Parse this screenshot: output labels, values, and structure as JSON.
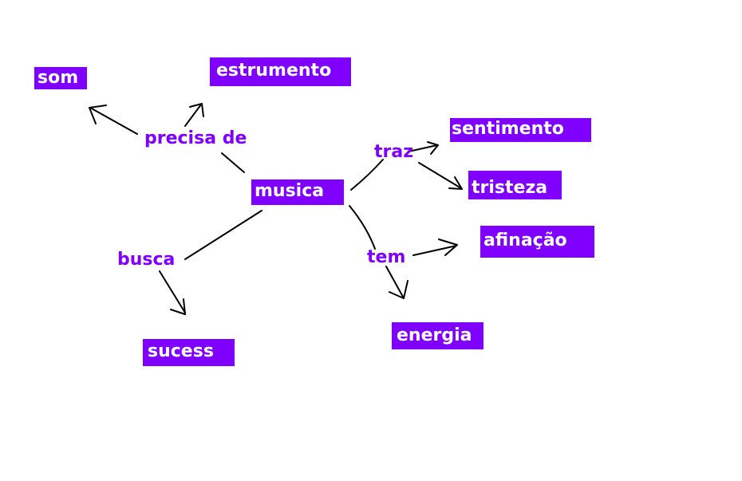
{
  "colors": {
    "node_fill": "#7f00ff",
    "node_text": "#ffffff",
    "edge_label": "#7f00ff",
    "line": "#000000"
  },
  "nodes": {
    "center": "musica",
    "som": "som",
    "estrumento": "estrumento",
    "sentimento": "sentimento",
    "tristeza": "tristeza",
    "afinacao": "afinação",
    "energia": "energia",
    "sucess": "sucess"
  },
  "edge_labels": {
    "precisa_de": "precisa de",
    "traz": "traz",
    "tem": "tem",
    "busca": "busca"
  }
}
